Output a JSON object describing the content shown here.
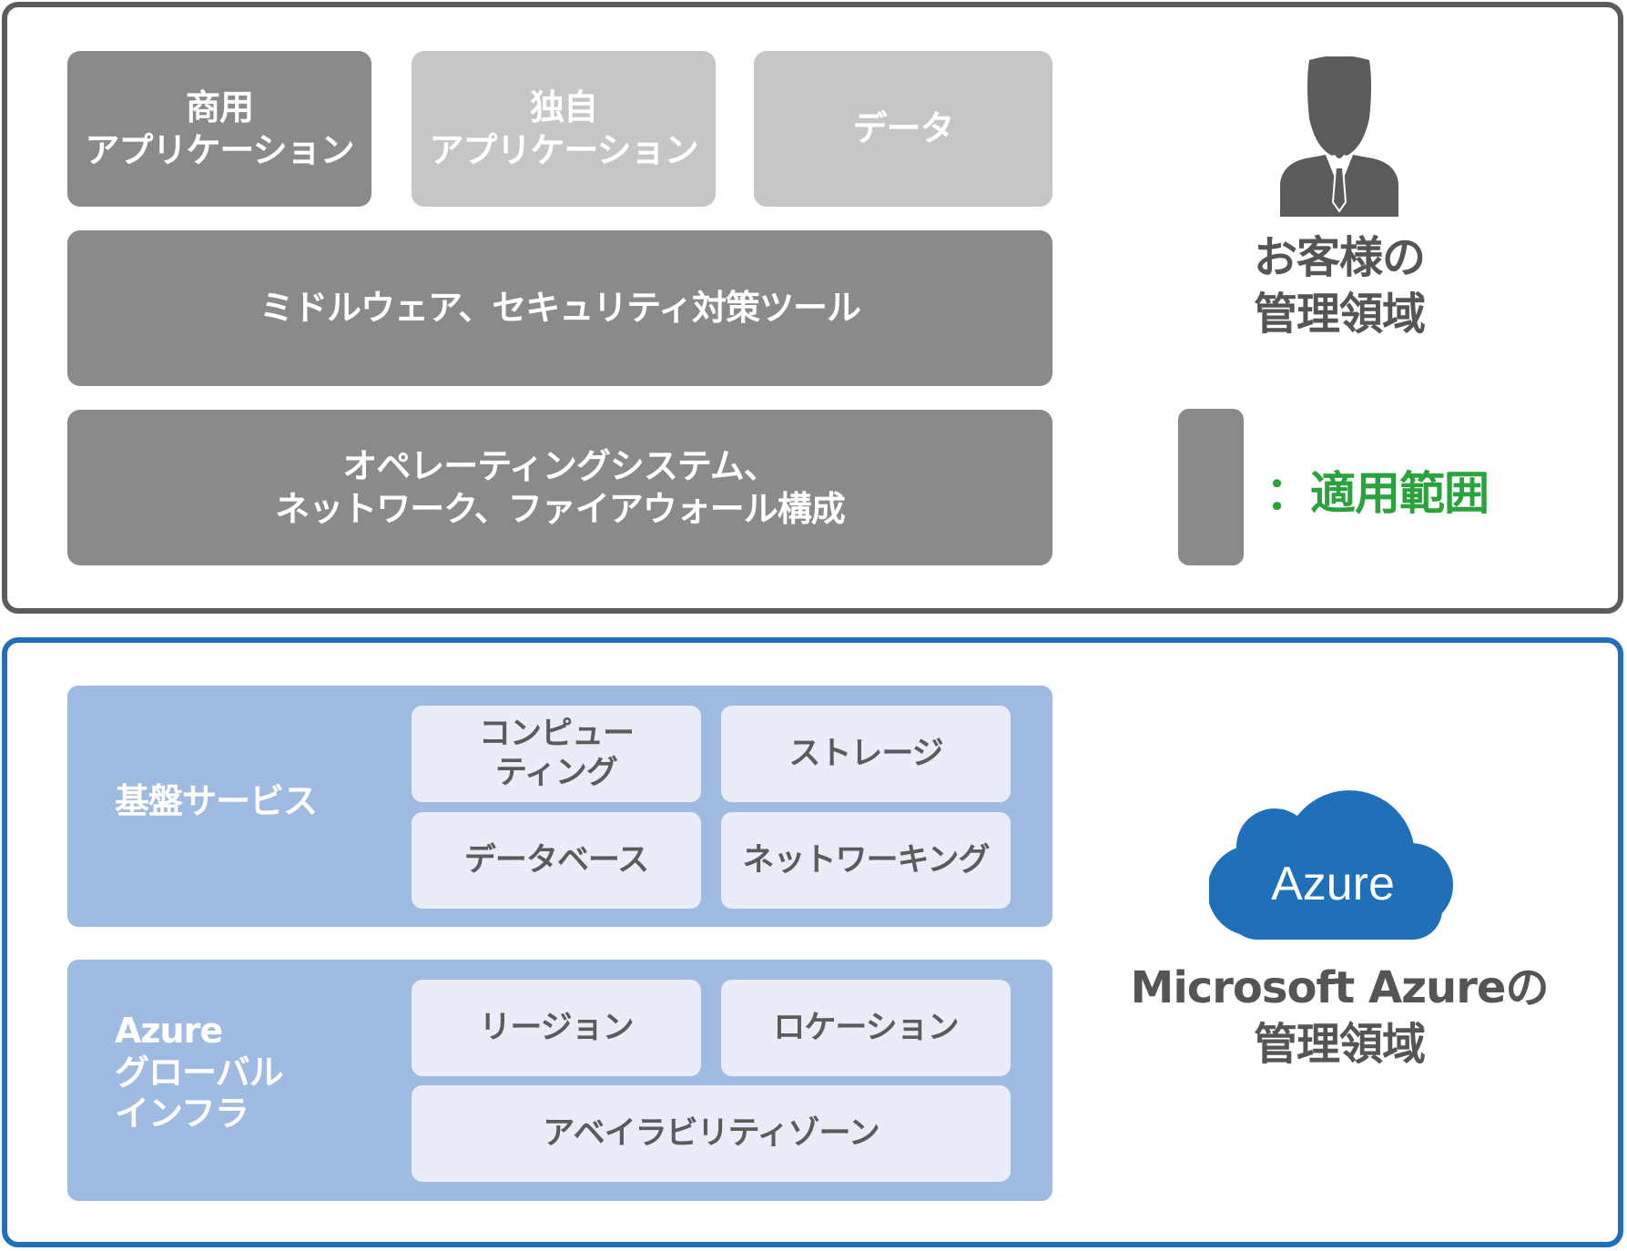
{
  "customer": {
    "commercial_apps": "商用\nアプリケーション",
    "custom_apps": "独自\nアプリケーション",
    "data": "データ",
    "middleware": "ミドルウェア、セキュリティ対策ツール",
    "os_network": "オペレーティングシステム、\nネットワーク、ファイアウォール構成",
    "title": "お客様の\n管理領域",
    "legend_label": "：適用範囲",
    "icon": "businessman-icon"
  },
  "azure": {
    "foundation": {
      "label": "基盤サービス",
      "items": [
        "コンピュー\nティング",
        "ストレージ",
        "データベース",
        "ネットワーキング"
      ]
    },
    "global_infra": {
      "label": "Azure\nグローバル\nインフラ",
      "items": [
        "リージョン",
        "ロケーション",
        "アベイラビリティゾーン"
      ]
    },
    "cloud_text": "Azure",
    "title": "Microsoft Azureの\n管理領域",
    "icon": "cloud-icon"
  },
  "colors": {
    "customer_border": "#5c5a5a",
    "azure_border": "#1f70b8",
    "dark_block": "#8a8a8a",
    "light_block": "#c6c6c6",
    "azure_tier": "#a0bbe1",
    "azure_item": "#e8edf8",
    "cloud": "#1f70b8",
    "legend_text": "#2aa33c"
  }
}
